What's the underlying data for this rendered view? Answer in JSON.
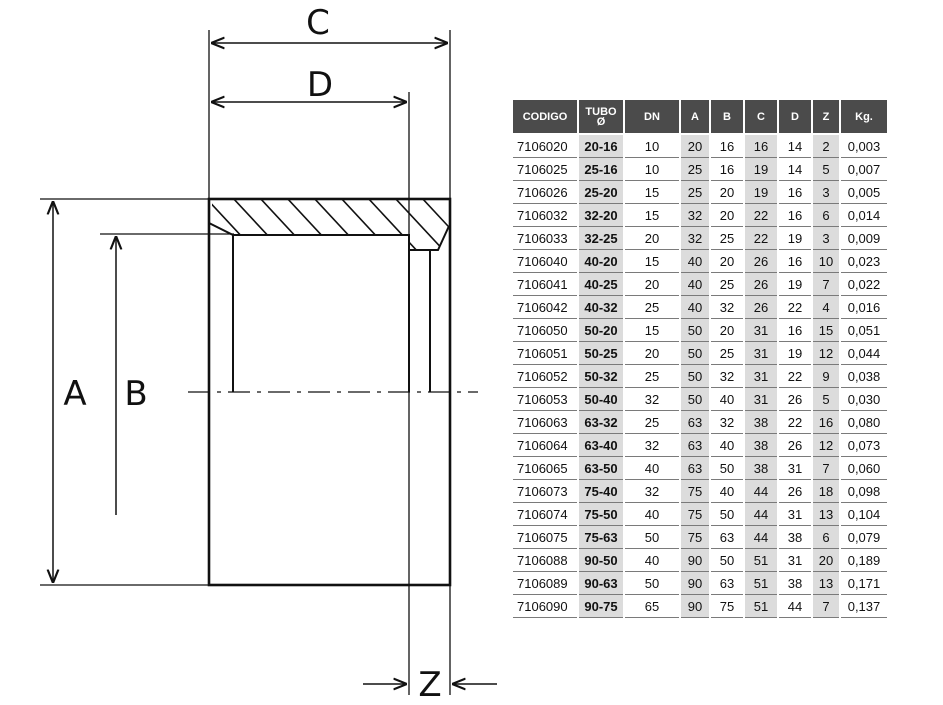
{
  "drawing": {
    "dimension_labels": {
      "a": "A",
      "b": "B",
      "c": "C",
      "d": "D",
      "z": "Z"
    }
  },
  "table": {
    "headers": [
      {
        "key": "codigo",
        "label": "CODIGO",
        "label2": ""
      },
      {
        "key": "tubo",
        "label": "TUBO",
        "label2": "Ø"
      },
      {
        "key": "dn",
        "label": "DN",
        "label2": ""
      },
      {
        "key": "a",
        "label": "A",
        "label2": ""
      },
      {
        "key": "b",
        "label": "B",
        "label2": ""
      },
      {
        "key": "c",
        "label": "C",
        "label2": ""
      },
      {
        "key": "d",
        "label": "D",
        "label2": ""
      },
      {
        "key": "z",
        "label": "Z",
        "label2": ""
      },
      {
        "key": "kg",
        "label": "Kg.",
        "label2": ""
      }
    ],
    "rows": [
      [
        "7106020",
        "20-16",
        "10",
        "20",
        "16",
        "16",
        "14",
        "2",
        "0,003"
      ],
      [
        "7106025",
        "25-16",
        "10",
        "25",
        "16",
        "19",
        "14",
        "5",
        "0,007"
      ],
      [
        "7106026",
        "25-20",
        "15",
        "25",
        "20",
        "19",
        "16",
        "3",
        "0,005"
      ],
      [
        "7106032",
        "32-20",
        "15",
        "32",
        "20",
        "22",
        "16",
        "6",
        "0,014"
      ],
      [
        "7106033",
        "32-25",
        "20",
        "32",
        "25",
        "22",
        "19",
        "3",
        "0,009"
      ],
      [
        "7106040",
        "40-20",
        "15",
        "40",
        "20",
        "26",
        "16",
        "10",
        "0,023"
      ],
      [
        "7106041",
        "40-25",
        "20",
        "40",
        "25",
        "26",
        "19",
        "7",
        "0,022"
      ],
      [
        "7106042",
        "40-32",
        "25",
        "40",
        "32",
        "26",
        "22",
        "4",
        "0,016"
      ],
      [
        "7106050",
        "50-20",
        "15",
        "50",
        "20",
        "31",
        "16",
        "15",
        "0,051"
      ],
      [
        "7106051",
        "50-25",
        "20",
        "50",
        "25",
        "31",
        "19",
        "12",
        "0,044"
      ],
      [
        "7106052",
        "50-32",
        "25",
        "50",
        "32",
        "31",
        "22",
        "9",
        "0,038"
      ],
      [
        "7106053",
        "50-40",
        "32",
        "50",
        "40",
        "31",
        "26",
        "5",
        "0,030"
      ],
      [
        "7106063",
        "63-32",
        "25",
        "63",
        "32",
        "38",
        "22",
        "16",
        "0,080"
      ],
      [
        "7106064",
        "63-40",
        "32",
        "63",
        "40",
        "38",
        "26",
        "12",
        "0,073"
      ],
      [
        "7106065",
        "63-50",
        "40",
        "63",
        "50",
        "38",
        "31",
        "7",
        "0,060"
      ],
      [
        "7106073",
        "75-40",
        "32",
        "75",
        "40",
        "44",
        "26",
        "18",
        "0,098"
      ],
      [
        "7106074",
        "75-50",
        "40",
        "75",
        "50",
        "44",
        "31",
        "13",
        "0,104"
      ],
      [
        "7106075",
        "75-63",
        "50",
        "75",
        "63",
        "44",
        "38",
        "6",
        "0,079"
      ],
      [
        "7106088",
        "90-50",
        "40",
        "90",
        "50",
        "51",
        "31",
        "20",
        "0,189"
      ],
      [
        "7106089",
        "90-63",
        "50",
        "90",
        "63",
        "51",
        "38",
        "13",
        "0,171"
      ],
      [
        "7106090",
        "90-75",
        "65",
        "90",
        "75",
        "51",
        "44",
        "7",
        "0,137"
      ]
    ]
  }
}
